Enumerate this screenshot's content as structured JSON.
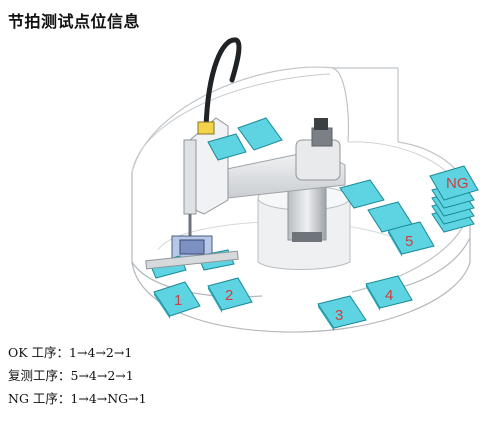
{
  "title": "节拍测试点位信息",
  "trays": {
    "t1": "1",
    "t2": "2",
    "t3": "3",
    "t4": "4",
    "t5": "5",
    "ng": "NG"
  },
  "sequences": {
    "ok": "OK 工序：1→4→2→1",
    "retest": "复测工序：5→4→2→1",
    "ng": "NG 工序：1→4→NG→1"
  },
  "colors": {
    "tray_fill": "#5ed4e2",
    "tray_stroke": "#1b8a98",
    "label_red": "#d23c3c",
    "fence": "#bfc4c8"
  }
}
